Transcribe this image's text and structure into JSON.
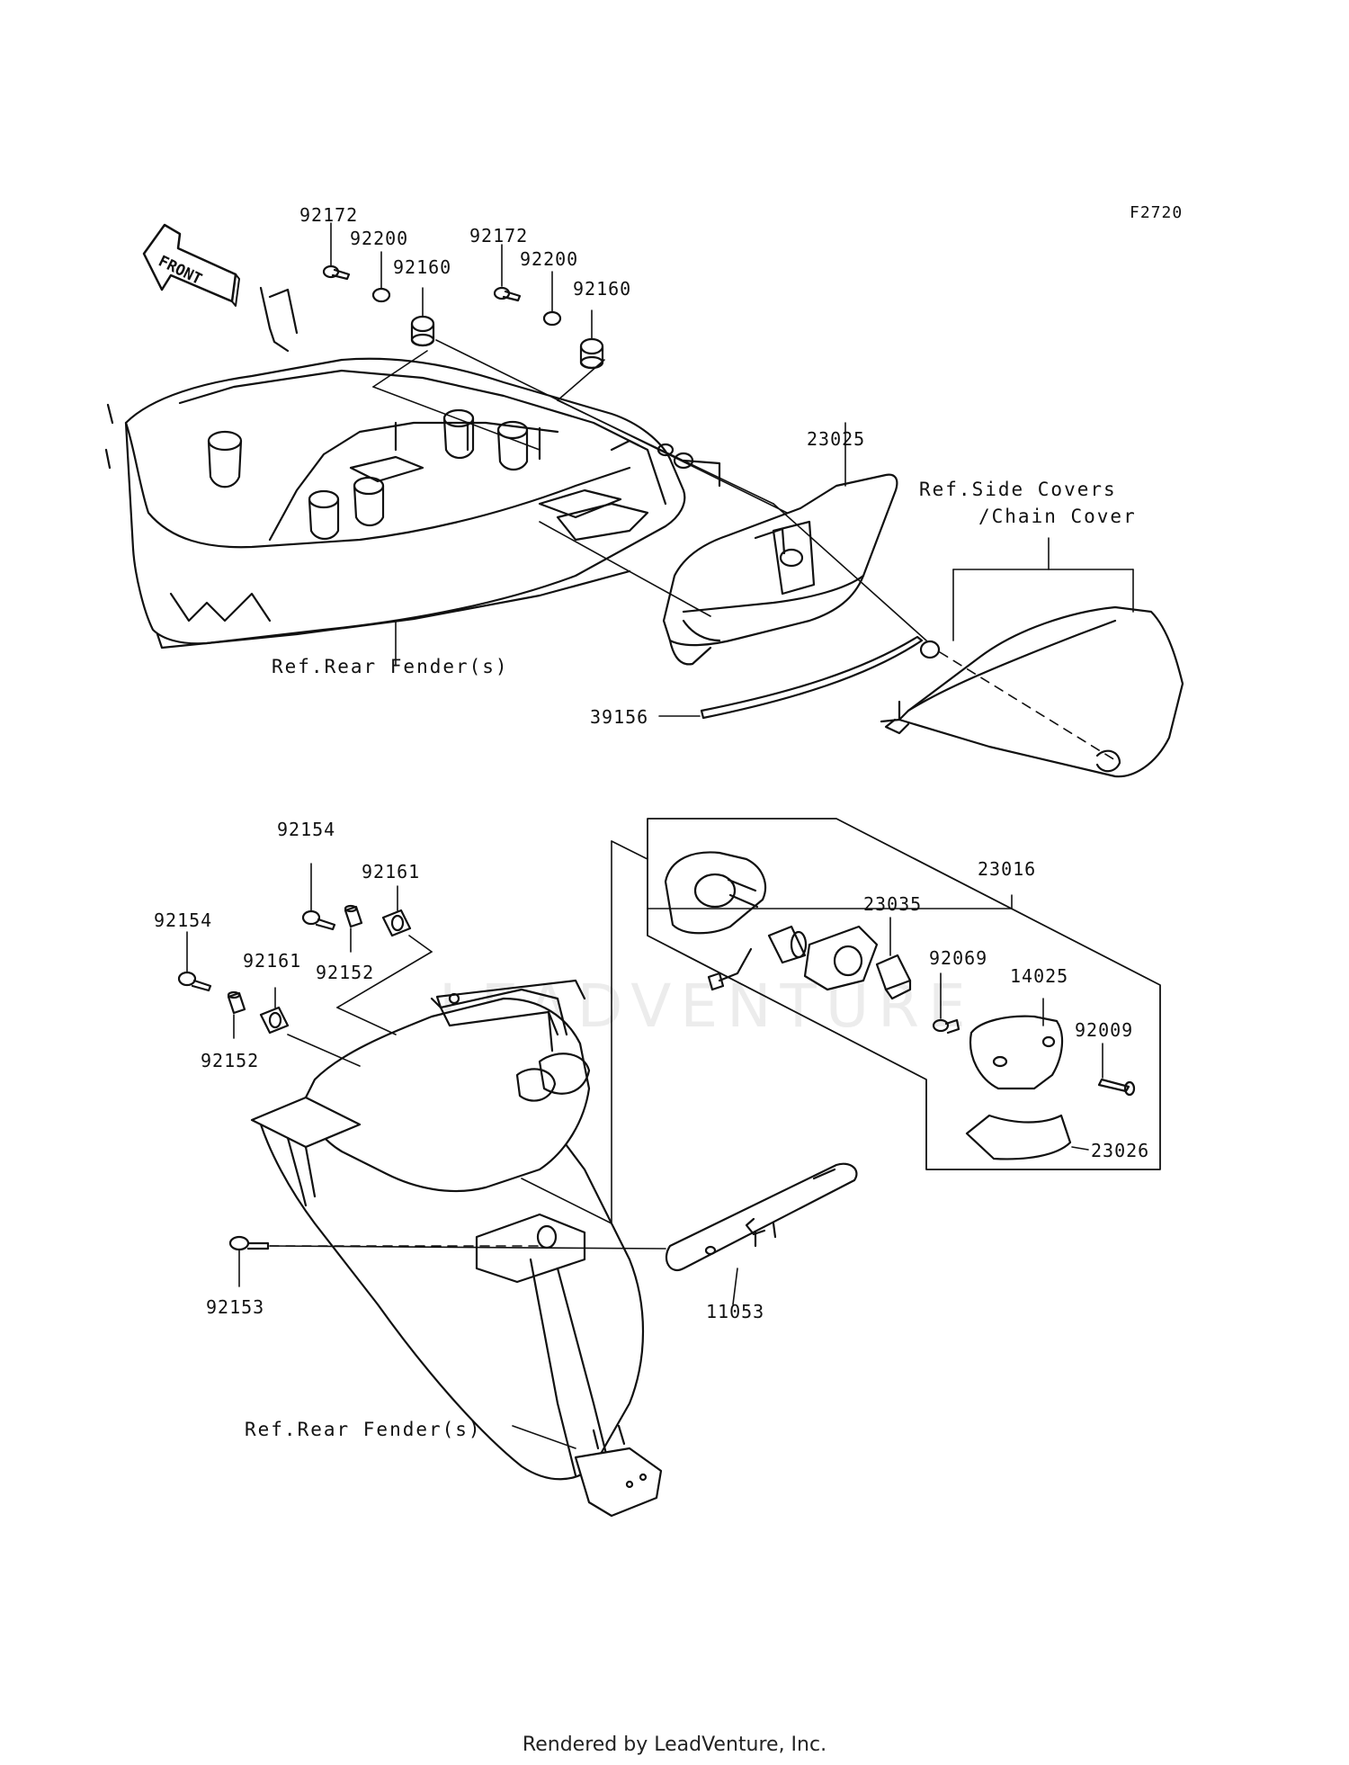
{
  "diagram": {
    "figure_code": "F2720",
    "front_arrow_text": "FRONT",
    "watermark": "LEADVENTURE",
    "footer": "Rendered by LeadVenture, Inc.",
    "parts": {
      "p92172_a": "92172",
      "p92200_a": "92200",
      "p92172_b": "92172",
      "p92200_b": "92200",
      "p92160_a": "92160",
      "p92160_b": "92160",
      "p23025": "23025",
      "p39156": "39156",
      "p92154_a": "92154",
      "p92161_a": "92161",
      "p92154_b": "92154",
      "p92152_a": "92152",
      "p92161_b": "92161",
      "p92152_b": "92152",
      "p23016": "23016",
      "p23035": "23035",
      "p92069": "92069",
      "p14025": "14025",
      "p92009": "92009",
      "p23026": "23026",
      "p92153": "92153",
      "p11053": "11053"
    },
    "refs": {
      "side_covers_1": "Ref.Side Covers",
      "side_covers_2": "/Chain Cover",
      "rear_fender_top": "Ref.Rear Fender(s)",
      "rear_fender_bottom": "Ref.Rear Fender(s)"
    }
  }
}
